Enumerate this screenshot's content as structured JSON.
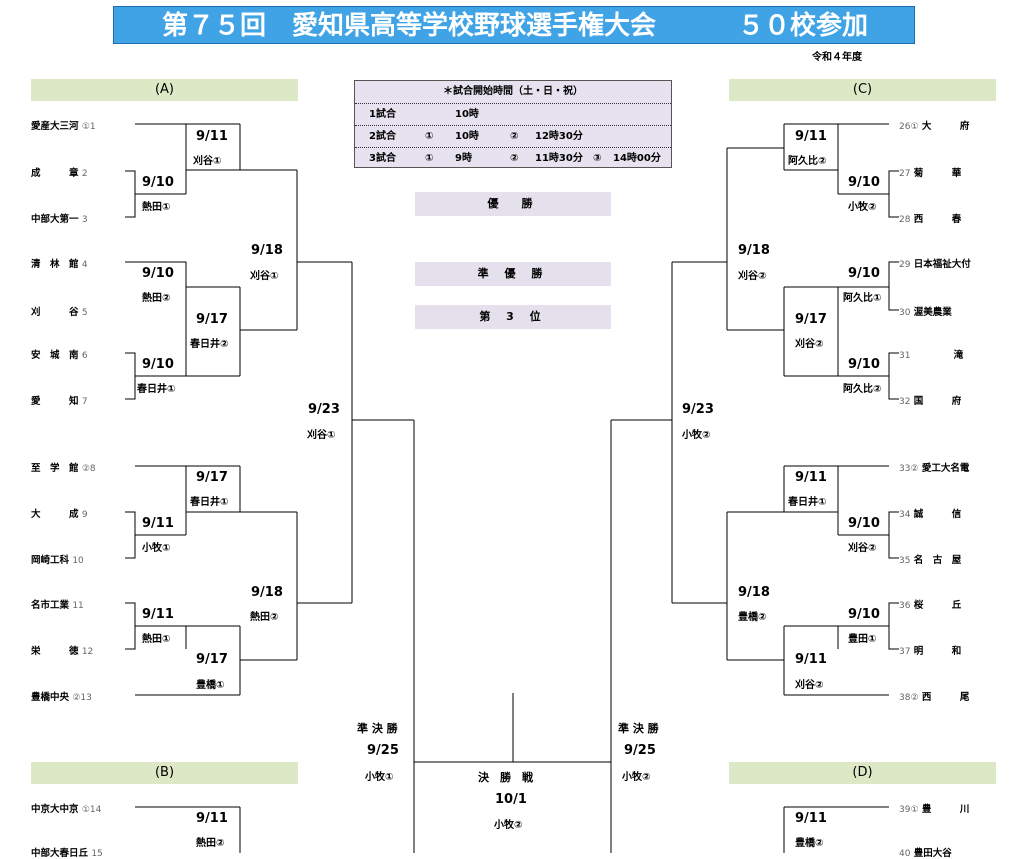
{
  "header": {
    "banner_title": "第７５回　愛知県高等学校野球選手権大会",
    "banner_participants": "５０校参加",
    "era": "令和４年度"
  },
  "sections": {
    "A": "(A)",
    "B": "(B)",
    "C": "(C)",
    "D": "(D)"
  },
  "schedule": {
    "title": "＊試合開始時間（土・日・祝）",
    "rows": [
      {
        "label": "1試合",
        "slots": [
          "10時"
        ]
      },
      {
        "label": "2試合",
        "slots": [
          "①",
          "10時",
          "②",
          "12時30分"
        ]
      },
      {
        "label": "3試合",
        "slots": [
          "①",
          "9時",
          "②",
          "11時30分",
          "③",
          "14時00分"
        ]
      }
    ]
  },
  "places": {
    "champion": "優　勝",
    "runner_up": "準 優 勝",
    "third": "第 3 位"
  },
  "block_a": {
    "teams": [
      {
        "name": "愛産大三河",
        "seed": "①1"
      },
      {
        "name": "成　　　章",
        "seed": "2"
      },
      {
        "name": "中部大第一",
        "seed": "3"
      },
      {
        "name": "清　林　館",
        "seed": "4"
      },
      {
        "name": "刈　　　谷",
        "seed": "5"
      },
      {
        "name": "安　城　南",
        "seed": "6"
      },
      {
        "name": "愛　　　知",
        "seed": "7"
      },
      {
        "name": "至　学　館",
        "seed": "②8"
      },
      {
        "name": "大　　　成",
        "seed": "9"
      },
      {
        "name": "岡崎工科",
        "seed": "10"
      },
      {
        "name": "名市工業",
        "seed": "11"
      },
      {
        "name": "栄　　　徳",
        "seed": "12"
      },
      {
        "name": "豊橋中央",
        "seed": "②13"
      }
    ],
    "games": [
      {
        "date": "9/11",
        "venue": "刈谷①"
      },
      {
        "date": "9/10",
        "venue": "熱田①"
      },
      {
        "date": "9/10",
        "venue": "熱田②"
      },
      {
        "date": "9/17",
        "venue": "春日井②"
      },
      {
        "date": "9/10",
        "venue": "春日井①"
      },
      {
        "date": "9/18",
        "venue": "刈谷①"
      },
      {
        "date": "9/17",
        "venue": "春日井①"
      },
      {
        "date": "9/11",
        "venue": "小牧①"
      },
      {
        "date": "9/11",
        "venue": "熱田①"
      },
      {
        "date": "9/17",
        "venue": "豊橋①"
      },
      {
        "date": "9/18",
        "venue": "熱田②"
      },
      {
        "date": "9/23",
        "venue": "刈谷①"
      }
    ]
  },
  "block_c": {
    "teams": [
      {
        "name": "大　　　府",
        "seed": "26①"
      },
      {
        "name": "菊　　　華",
        "seed": "27"
      },
      {
        "name": "西　　　春",
        "seed": "28"
      },
      {
        "name": "日本福祉大付",
        "seed": "29"
      },
      {
        "name": "渥美農業",
        "seed": "30"
      },
      {
        "name": "滝",
        "seed": "31"
      },
      {
        "name": "国　　　府",
        "seed": "32"
      },
      {
        "name": "愛工大名電",
        "seed": "33②"
      },
      {
        "name": "誠　　　信",
        "seed": "34"
      },
      {
        "name": "名　古　屋",
        "seed": "35"
      },
      {
        "name": "桜　　　丘",
        "seed": "36"
      },
      {
        "name": "明　　　和",
        "seed": "37"
      },
      {
        "name": "西　　　尾",
        "seed": "38②"
      }
    ],
    "games": [
      {
        "date": "9/11",
        "venue": "阿久比②"
      },
      {
        "date": "9/10",
        "venue": "小牧②"
      },
      {
        "date": "9/18",
        "venue": "刈谷②"
      },
      {
        "date": "9/10",
        "venue": "阿久比①"
      },
      {
        "date": "9/17",
        "venue": "刈谷②"
      },
      {
        "date": "9/10",
        "venue": "阿久比②"
      },
      {
        "date": "9/23",
        "venue": "小牧②"
      },
      {
        "date": "9/11",
        "venue": "春日井①"
      },
      {
        "date": "9/10",
        "venue": "刈谷②"
      },
      {
        "date": "9/18",
        "venue": "豊橋②"
      },
      {
        "date": "9/10",
        "venue": "豊田①"
      },
      {
        "date": "9/11",
        "venue": "刈谷②"
      }
    ]
  },
  "block_b": {
    "teams": [
      {
        "name": "中京大中京",
        "seed": "①14"
      },
      {
        "name": "中部大春日丘",
        "seed": "15"
      }
    ],
    "games": [
      {
        "date": "9/11",
        "venue": "熱田②"
      }
    ]
  },
  "block_d": {
    "teams": [
      {
        "name": "豊　　　川",
        "seed": "39①"
      },
      {
        "name": "豊田大谷",
        "seed": "40"
      }
    ],
    "games": [
      {
        "date": "9/11",
        "venue": "豊橋②"
      }
    ]
  },
  "semis": {
    "left": {
      "label": "準 決 勝",
      "date": "9/25",
      "venue": "小牧①"
    },
    "right": {
      "label": "準 決 勝",
      "date": "9/25",
      "venue": "小牧②"
    }
  },
  "final": {
    "label": "決　勝　戦",
    "date": "10/1",
    "venue": "小牧②"
  }
}
